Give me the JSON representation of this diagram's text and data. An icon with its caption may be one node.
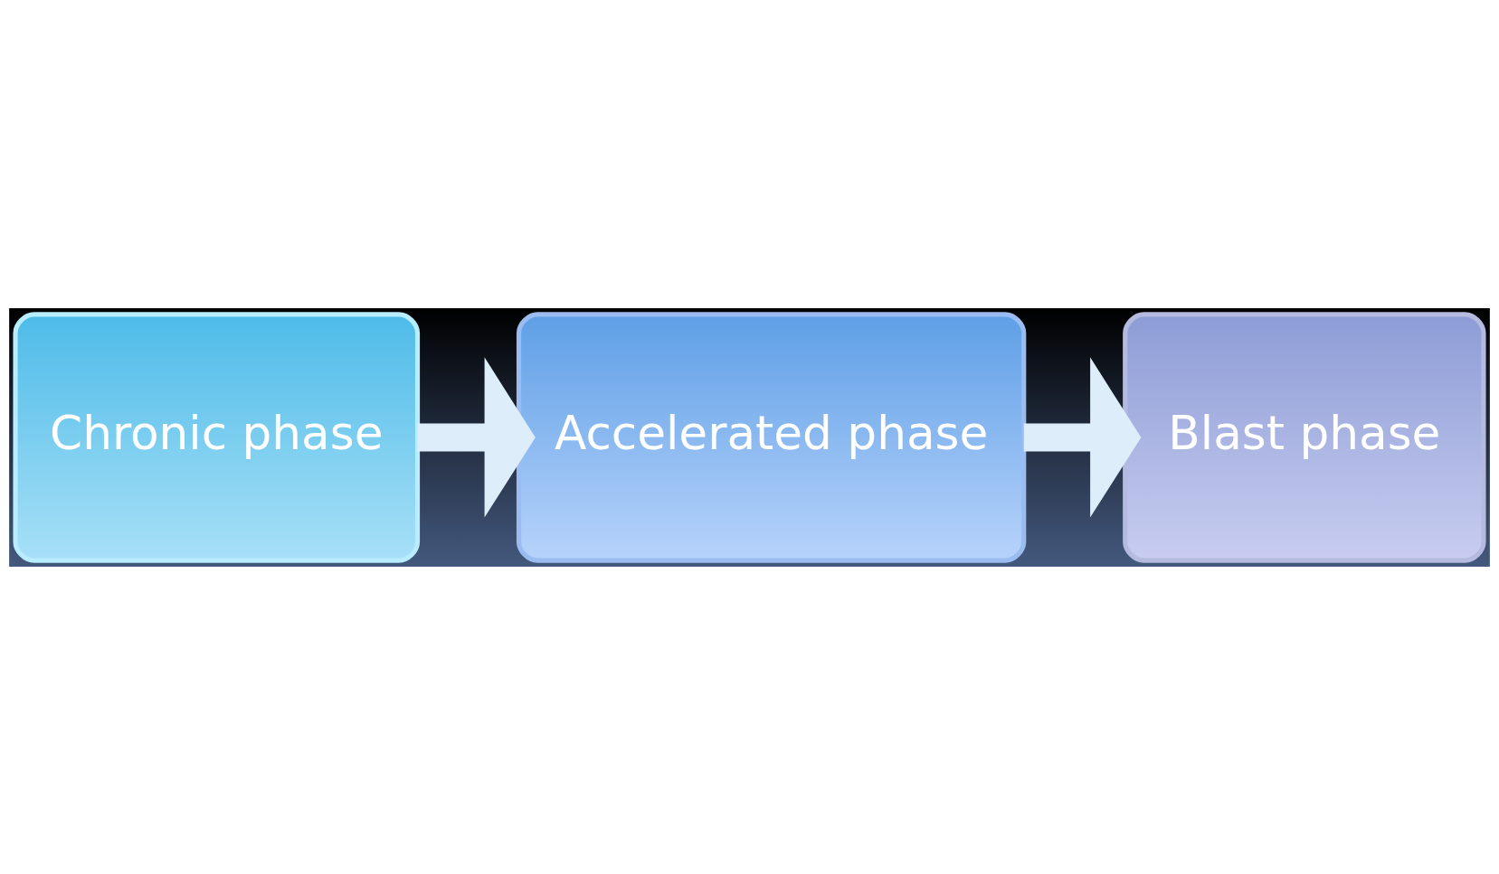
{
  "diagram": {
    "nodes": [
      {
        "text": [
          "Chronic phase"
        ]
      },
      {
        "text": [
          "Accelerated phase"
        ]
      },
      {
        "text": [
          "Blast phase"
        ]
      }
    ],
    "edges": [
      {
        "from": 0,
        "to": 1,
        "arrow": "to"
      },
      {
        "from": 1,
        "to": 2,
        "arrow": "to"
      }
    ]
  }
}
